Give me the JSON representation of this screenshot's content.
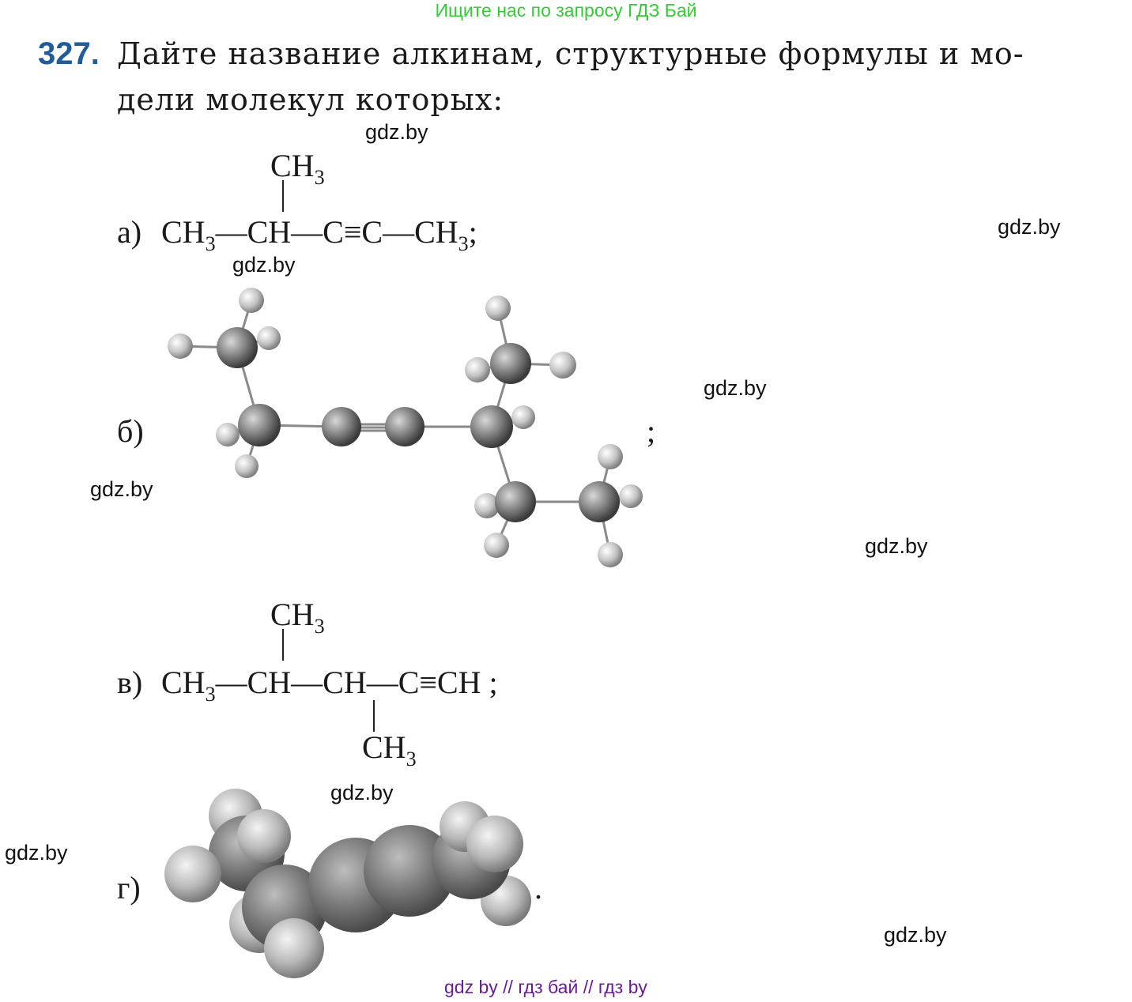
{
  "banner": "Ищите нас по запросу ГДЗ Бай",
  "task": {
    "number": "327.",
    "line1": "Дайте название алкинам, структурные формулы и мо-",
    "line2": "дели молекул которых:"
  },
  "items": {
    "a": {
      "label": "а)",
      "branch": "CH",
      "branch_sub": "3",
      "main": [
        {
          "t": "CH",
          "s": "3"
        },
        {
          "t": "—"
        },
        {
          "t": "CH"
        },
        {
          "t": "—"
        },
        {
          "t": "C≡C"
        },
        {
          "t": "—"
        },
        {
          "t": "CH",
          "s": "3"
        },
        {
          "t": ";"
        }
      ]
    },
    "b": {
      "label": "б)",
      "end": ";"
    },
    "v": {
      "label": "в)",
      "branch_top": "CH",
      "branch_top_sub": "3",
      "branch_bottom": "CH",
      "branch_bottom_sub": "3",
      "end": ";"
    },
    "g": {
      "label": "г)",
      "end": "."
    }
  },
  "watermark": "gdz.by",
  "footer": "gdz by  //  гдз бай  //  гдз by"
}
